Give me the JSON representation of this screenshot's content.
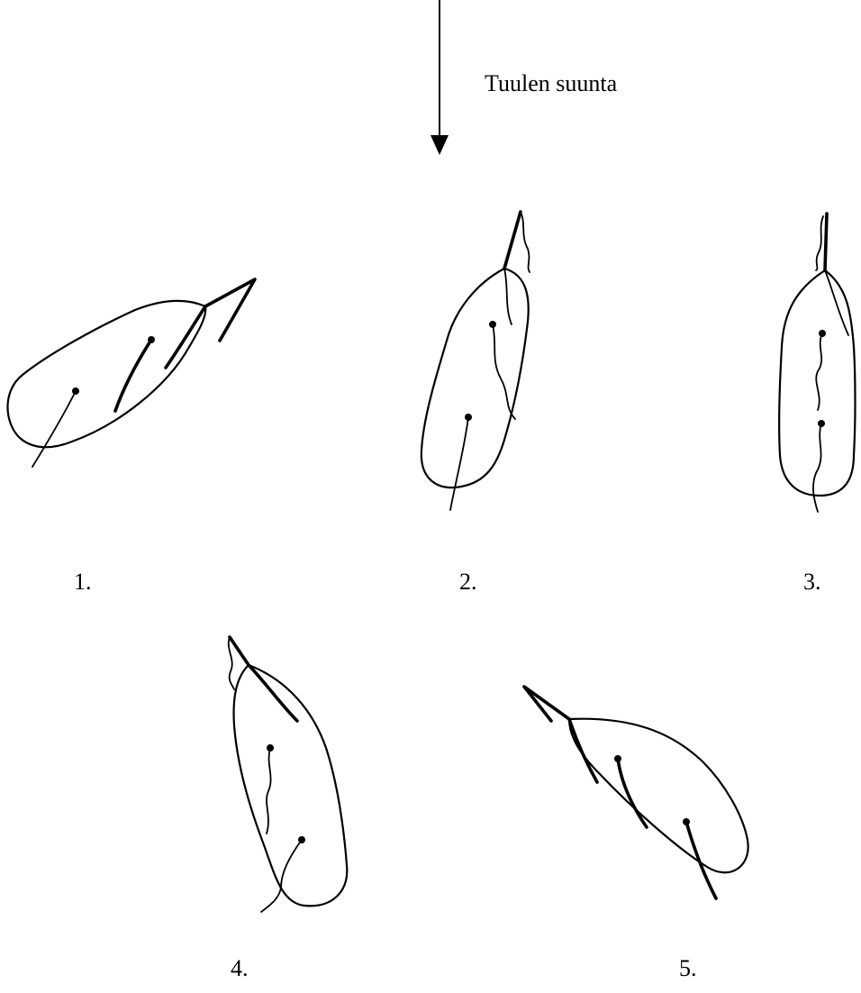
{
  "wind": {
    "label": "Tuulen suunta"
  },
  "figures": [
    {
      "label": "1."
    },
    {
      "label": "2."
    },
    {
      "label": "3."
    },
    {
      "label": "4."
    },
    {
      "label": "5."
    }
  ]
}
